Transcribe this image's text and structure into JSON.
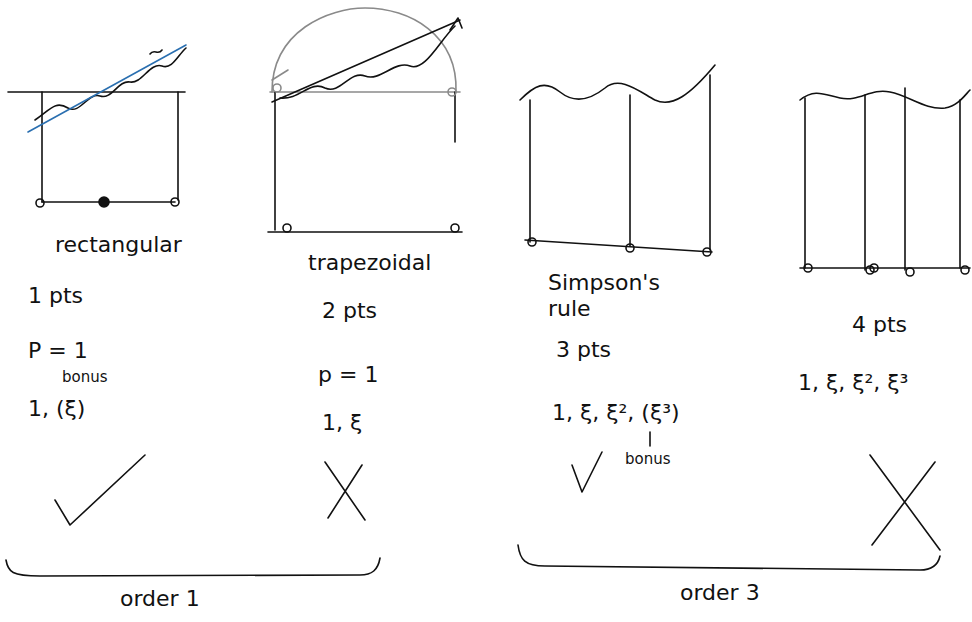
{
  "diagram": {
    "labels": [
      "rectangular",
      "trapezoidal",
      "Simpson's rule",
      "1 pts",
      "2 pts",
      "3 pts",
      "4 pts",
      "P = 1",
      "p = 1",
      "bonus",
      "1, (ξ)",
      "1, ξ",
      "1, ξ, ξ², (ξ³)",
      "1, ξ, ξ², ξ³",
      "bonus",
      "order 1",
      "order 3"
    ]
  }
}
